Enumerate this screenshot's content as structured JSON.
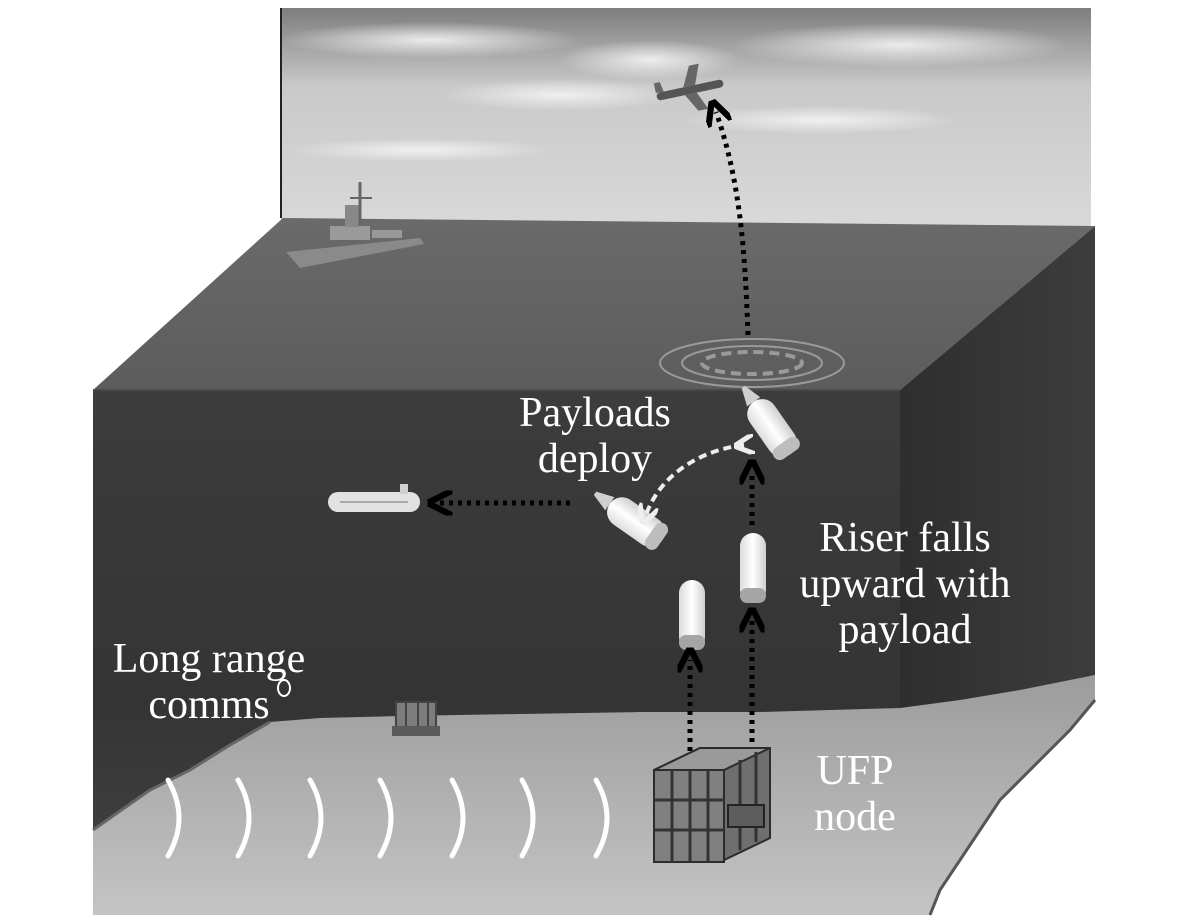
{
  "labels": {
    "payloads": [
      "Payloads",
      "deploy"
    ],
    "riser": [
      "Riser falls",
      "upward with",
      "payload"
    ],
    "comms": [
      "Long range",
      "comms"
    ],
    "node": [
      "UFP",
      "node"
    ]
  },
  "colors": {
    "sky_light": "#e6e6e6",
    "sky_dark": "#9a9a9a",
    "water_top": "#6e6e6e",
    "water_front": "#3a3a3a",
    "water_deep": "#2a2a2a",
    "seabed": "#b5b5b5",
    "text": "#ffffff"
  },
  "icons": [
    "aircraft-icon",
    "ship-icon",
    "uuv-icon",
    "seabed-sensor-icon",
    "ufp-node-icon",
    "payload-canister-icon",
    "riser-capsule-icon",
    "surface-ripple-icon",
    "acoustic-wave-icon"
  ]
}
